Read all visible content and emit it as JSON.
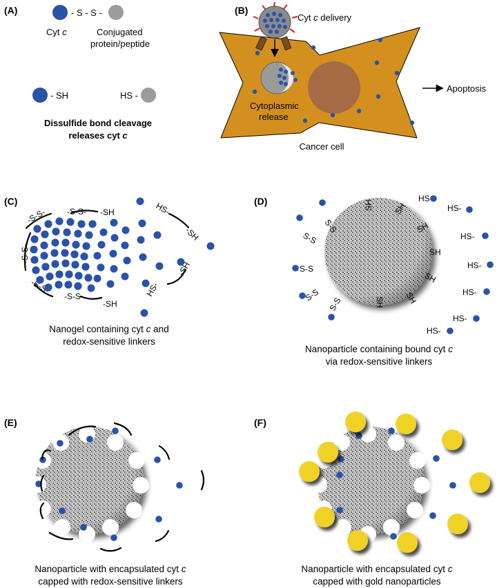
{
  "panels": {
    "A": {
      "letter": "(A)",
      "bond": "- S - S -",
      "cyt": "Cyt",
      "c": "c",
      "conj1": "Conjugated",
      "conj2": "protein/peptide",
      "sh": "- SH",
      "hs": "HS -",
      "caption1": "Dissulfide bond cleavage",
      "caption2": "releases cyt",
      "caption2_c": "c"
    },
    "B": {
      "letter": "(B)",
      "delivery": "Cyt",
      "delivery_c": "c",
      "delivery_rest": "delivery",
      "release1": "Cytoplasmic",
      "release2": "release",
      "apoptosis": "Apoptosis",
      "cell": "Cancer cell"
    },
    "C": {
      "letter": "(C)",
      "ss": "-S-S-",
      "sh": "-SH",
      "hs": "HS-",
      "caption1": "Nanogel containing cyt",
      "caption1_c": "c",
      "caption1_rest": "and",
      "caption2": "redox-sensitive linkers"
    },
    "D": {
      "letter": "(D)",
      "sh": "SH",
      "hs": "HS-",
      "ss": "S-S",
      "caption1": "Nanoparticle containing bound cyt",
      "caption1_c": "c",
      "caption2": "via redox-sensitive linkers"
    },
    "E": {
      "letter": "(E)",
      "caption1": "Nanoparticle with encapsulated cyt",
      "caption1_c": "c",
      "caption2": "capped with redox-sensitive linkers"
    },
    "F": {
      "letter": "(F)",
      "caption1": "Nanoparticle with encapsulated cyt",
      "caption1_c": "c",
      "caption2": "capped with gold nanoparticles"
    }
  },
  "colors": {
    "cyt": "#2a52a8",
    "conjugate": "#9c9c9c",
    "cell": "#d4901e",
    "nucleus": "#a66a45",
    "gold": "#f0d225"
  }
}
